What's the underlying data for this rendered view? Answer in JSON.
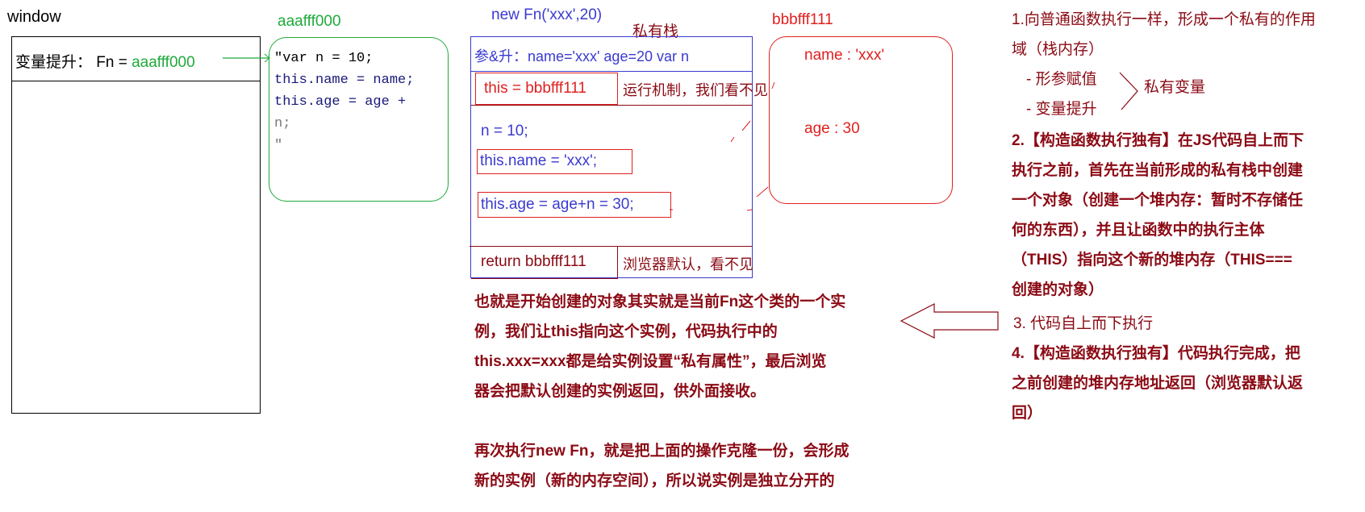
{
  "window": {
    "title": "window",
    "hoist_label": "变量提升： Fn = ",
    "hoist_value": "aaafff000"
  },
  "func_heap": {
    "address": "aaafff000",
    "code": [
      "\"var n = 10;",
      "this.name = name;",
      "this.age = age +",
      "n;",
      "\""
    ]
  },
  "stack": {
    "call": "new Fn('xxx',20)",
    "label": "私有栈",
    "params": "参&升：name='xxx'  age=20  var n",
    "this_row": "this  = bbbfff111",
    "this_note": "运行机制，我们看不见",
    "n_line": "n = 10;",
    "name_line": "this.name = 'xxx';",
    "age_line": "this.age = age+n = 30;",
    "return_row": "return bbbfff111",
    "return_note": "浏览器默认，看不见"
  },
  "obj_heap": {
    "address": "bbbfff111",
    "name": "name : 'xxx'",
    "age": "age : 30"
  },
  "explain": [
    "也就是开始创建的对象其实就是当前Fn这个类的一个实",
    "例，我们让this指向这个实例，代码执行中的",
    "this.xxx=xxx都是给实例设置“私有属性”，最后浏览",
    "器会把默认创建的实例返回，供外面接收。",
    "",
    "再次执行new Fn，就是把上面的操作克隆一份，会形成",
    "新的实例（新的内存空间），所以说实例是独立分开的"
  ],
  "steps": {
    "s1": [
      "1.向普通函数执行一样，形成一个私有的作用",
      "域（栈内存）"
    ],
    "s1_items": [
      "- 形参赋值",
      "- 变量提升"
    ],
    "s1_group": "私有变量",
    "s2": [
      "2.【构造函数执行独有】在JS代码自上而下",
      "执行之前，首先在当前形成的私有栈中创建",
      "一个对象（创建一个堆内存：暂时不存储任",
      "何的东西），并且让函数中的执行主体",
      "（THIS）指向这个新的堆内存（THIS===",
      "创建的对象）"
    ],
    "s3": "3. 代码自上而下执行",
    "s4": [
      "4.【构造函数执行独有】代码执行完成，把",
      "之前创建的堆内存地址返回（浏览器默认返",
      "回）"
    ]
  }
}
